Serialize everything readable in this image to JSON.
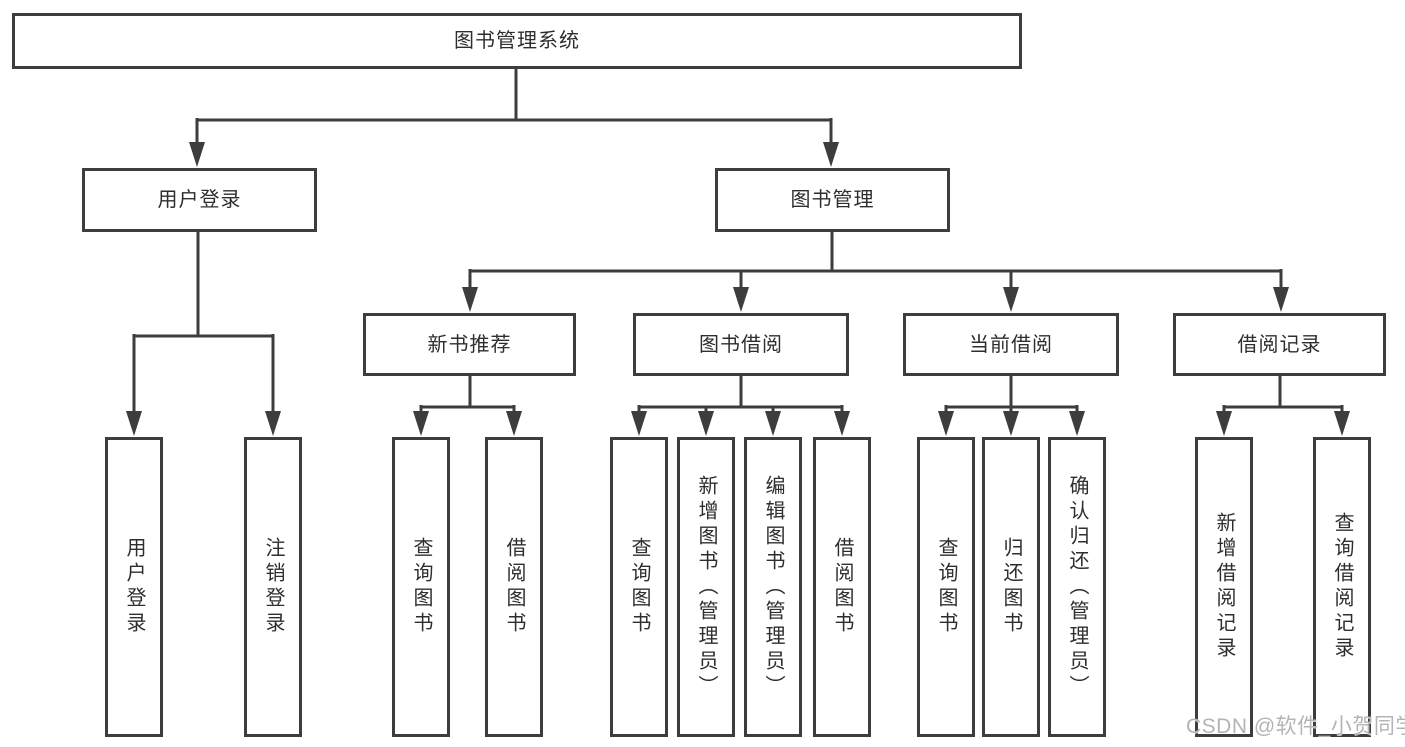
{
  "diagram": {
    "title": "图书管理系统",
    "nodes": {
      "root": "图书管理系统",
      "user_login": "用户登录",
      "book_mgmt": "图书管理",
      "new_book_rec": "新书推荐",
      "book_borrow": "图书借阅",
      "current_borrow": "当前借阅",
      "borrow_records": "借阅记录",
      "leaf_user_login": "用户登录",
      "leaf_logout": "注销登录",
      "leaf_query_book_1": "查询图书",
      "leaf_borrow_book_1": "借阅图书",
      "leaf_query_book_2": "查询图书",
      "leaf_add_book_admin": "新增图书（管理员）",
      "leaf_edit_book_admin": "编辑图书（管理员）",
      "leaf_borrow_book_2": "借阅图书",
      "leaf_query_book_3": "查询图书",
      "leaf_return_book": "归还图书",
      "leaf_confirm_return_admin": "确认归还（管理员）",
      "leaf_add_borrow_record": "新增借阅记录",
      "leaf_query_borrow_record": "查询借阅记录"
    }
  },
  "watermark": {
    "text": "CSDN @软件_小贺同学"
  },
  "colors": {
    "line": "#3d3d3d",
    "box_border": "#3d3d3d",
    "text": "#2e2e2e",
    "watermark": "#b4b4b4",
    "background": "#ffffff"
  }
}
